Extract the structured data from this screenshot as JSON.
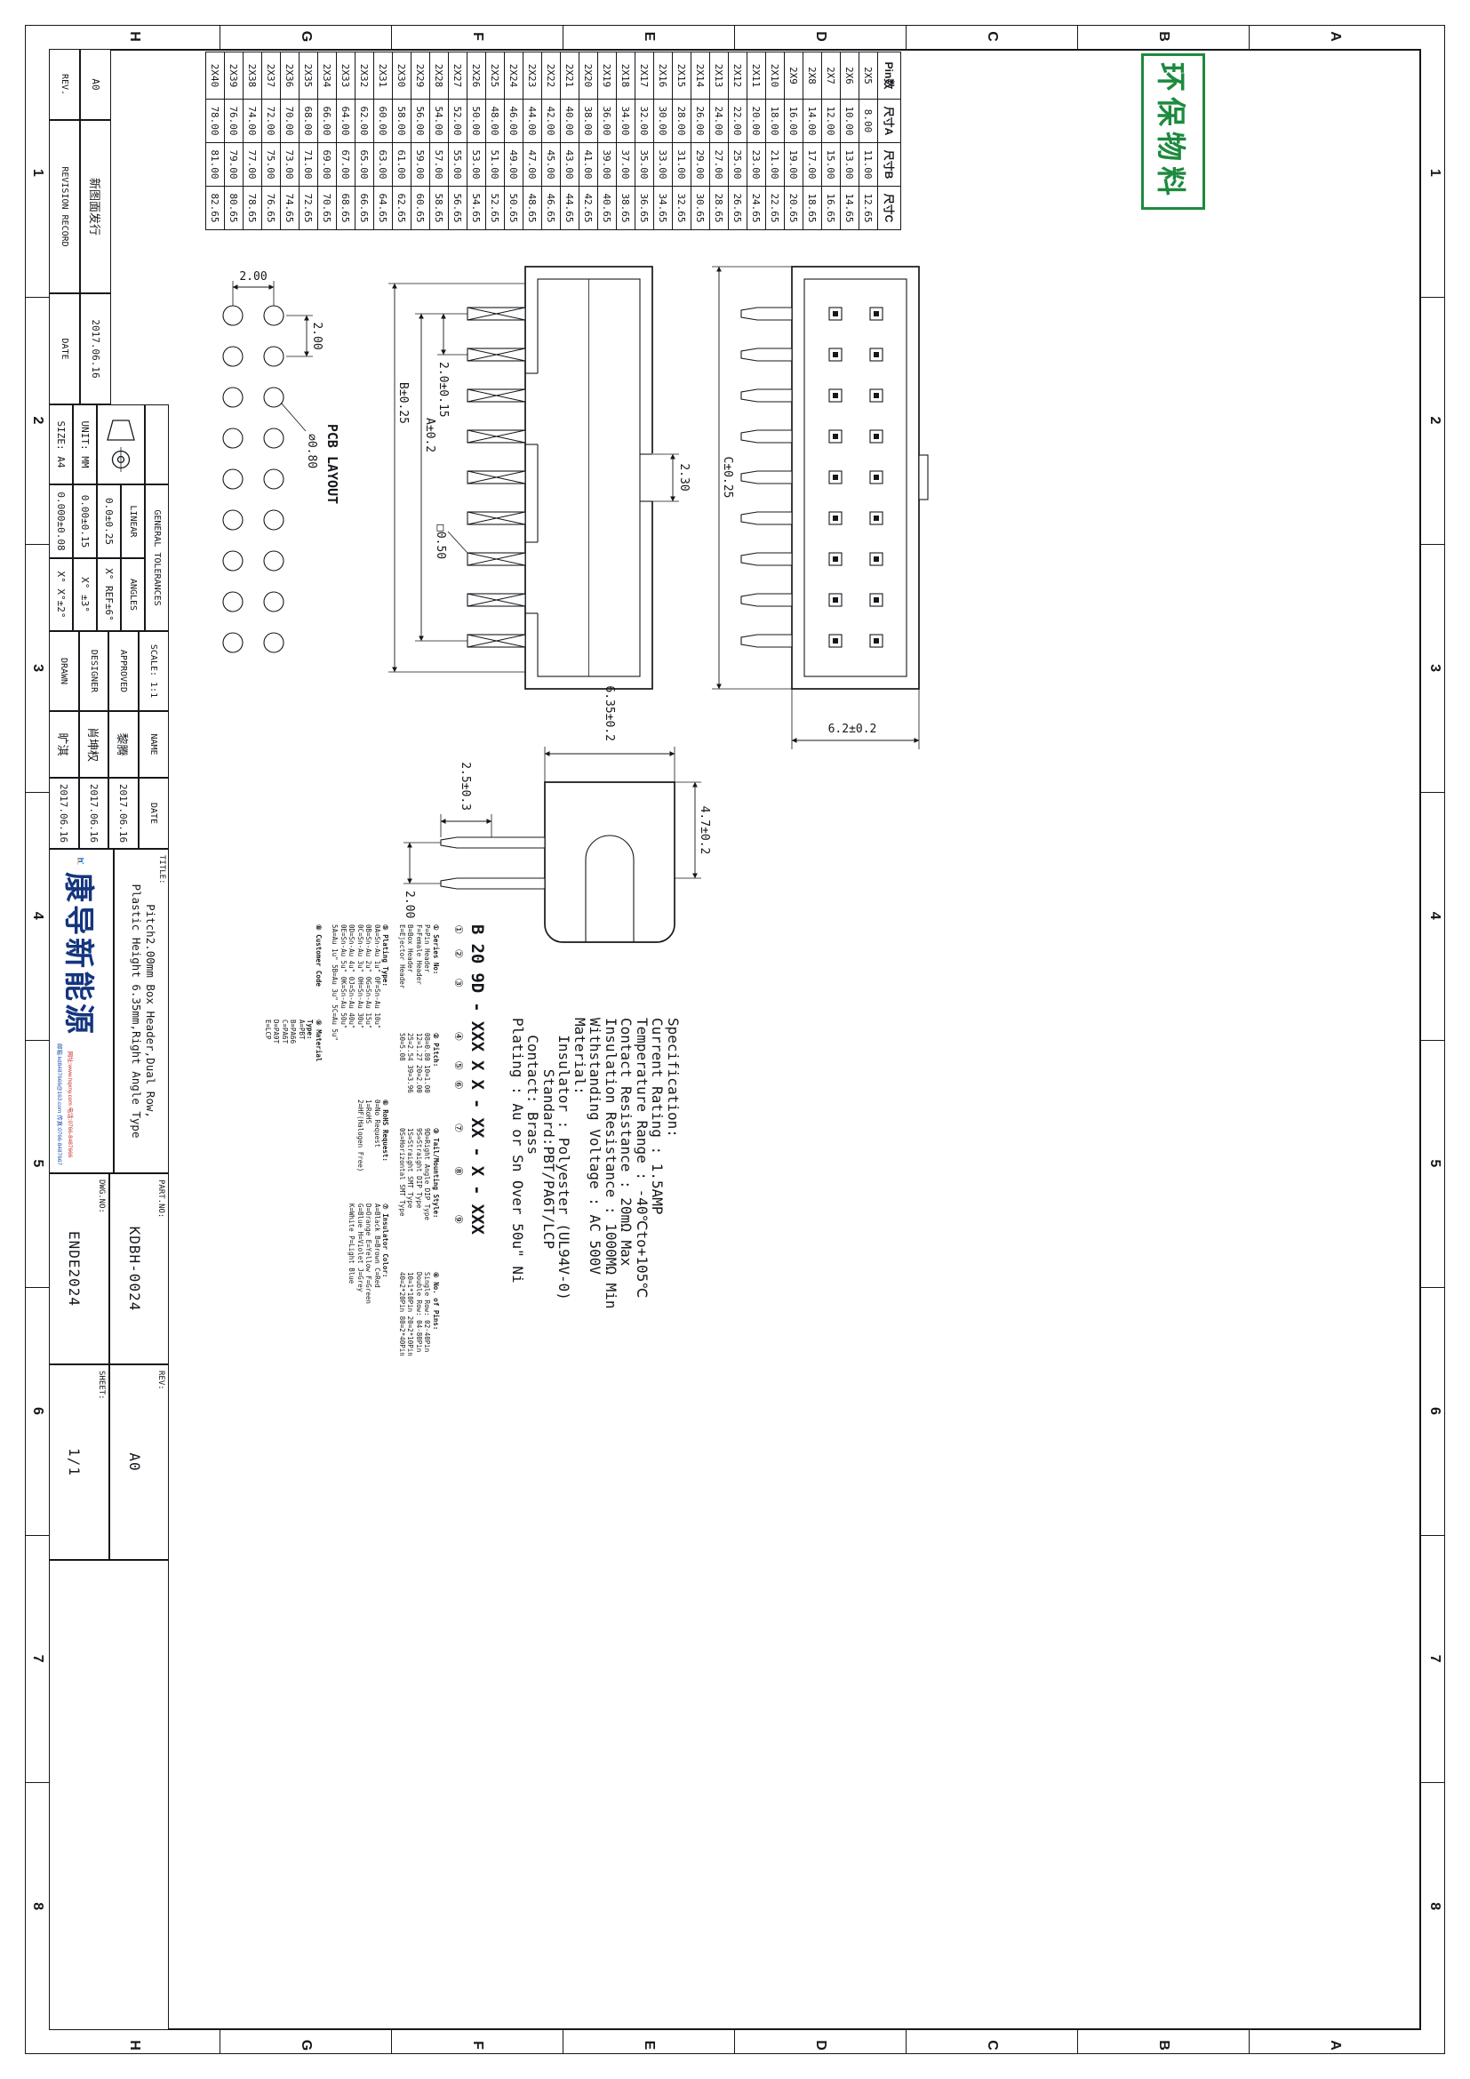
{
  "sheet": {
    "stamp": "环保物料",
    "zone_letters": [
      "A",
      "B",
      "C",
      "D",
      "E",
      "F",
      "G",
      "H"
    ],
    "zone_numbers": [
      "1",
      "2",
      "3",
      "4",
      "5",
      "6",
      "7",
      "8"
    ]
  },
  "dim_table": {
    "headers": [
      "Pin数",
      "尺寸A",
      "尺寸B",
      "尺寸C"
    ],
    "rows": [
      [
        "2X5",
        "8.00",
        "11.00",
        "12.65"
      ],
      [
        "2X6",
        "10.00",
        "13.00",
        "14.65"
      ],
      [
        "2X7",
        "12.00",
        "15.00",
        "16.65"
      ],
      [
        "2X8",
        "14.00",
        "17.00",
        "18.65"
      ],
      [
        "2X9",
        "16.00",
        "19.00",
        "20.65"
      ],
      [
        "2X10",
        "18.00",
        "21.00",
        "22.65"
      ],
      [
        "2X11",
        "20.00",
        "23.00",
        "24.65"
      ],
      [
        "2X12",
        "22.00",
        "25.00",
        "26.65"
      ],
      [
        "2X13",
        "24.00",
        "27.00",
        "28.65"
      ],
      [
        "2X14",
        "26.00",
        "29.00",
        "30.65"
      ],
      [
        "2X15",
        "28.00",
        "31.00",
        "32.65"
      ],
      [
        "2X16",
        "30.00",
        "33.00",
        "34.65"
      ],
      [
        "2X17",
        "32.00",
        "35.00",
        "36.65"
      ],
      [
        "2X18",
        "34.00",
        "37.00",
        "38.65"
      ],
      [
        "2X19",
        "36.00",
        "39.00",
        "40.65"
      ],
      [
        "2X20",
        "38.00",
        "41.00",
        "42.65"
      ],
      [
        "2X21",
        "40.00",
        "43.00",
        "44.65"
      ],
      [
        "2X22",
        "42.00",
        "45.00",
        "46.65"
      ],
      [
        "2X23",
        "44.00",
        "47.00",
        "48.65"
      ],
      [
        "2X24",
        "46.00",
        "49.00",
        "50.65"
      ],
      [
        "2X25",
        "48.00",
        "51.00",
        "52.65"
      ],
      [
        "2X26",
        "50.00",
        "53.00",
        "54.65"
      ],
      [
        "2X27",
        "52.00",
        "55.00",
        "56.65"
      ],
      [
        "2X28",
        "54.00",
        "57.00",
        "58.65"
      ],
      [
        "2X29",
        "56.00",
        "59.00",
        "60.65"
      ],
      [
        "2X30",
        "58.00",
        "61.00",
        "62.65"
      ],
      [
        "2X31",
        "60.00",
        "63.00",
        "64.65"
      ],
      [
        "2X32",
        "62.00",
        "65.00",
        "66.65"
      ],
      [
        "2X33",
        "64.00",
        "67.00",
        "68.65"
      ],
      [
        "2X34",
        "66.00",
        "69.00",
        "70.65"
      ],
      [
        "2X35",
        "68.00",
        "71.00",
        "72.65"
      ],
      [
        "2X36",
        "70.00",
        "73.00",
        "74.65"
      ],
      [
        "2X37",
        "72.00",
        "75.00",
        "76.65"
      ],
      [
        "2X38",
        "74.00",
        "77.00",
        "78.65"
      ],
      [
        "2X39",
        "76.00",
        "79.00",
        "80.65"
      ],
      [
        "2X40",
        "78.00",
        "81.00",
        "82.65"
      ]
    ]
  },
  "views": {
    "pcb_label": "PCB LAYOUT",
    "pins_per_row": 9,
    "dims": {
      "pcb_pitch_x": "2.00",
      "pcb_pitch_y": "2.00",
      "hole_dia": "∅0.80",
      "pin_pitch": "2.0±0.15",
      "pin_square": "□0.50",
      "span_a": "A±0.2",
      "span_b": "B±0.25",
      "span_c": "C±0.25",
      "key_slot": "2.30",
      "body_width": "6.2±0.2",
      "body_height": "6.35±0.2",
      "body_depth": "4.7±0.2",
      "tail_length": "2.5±0.3",
      "row_spacing": "2.00"
    }
  },
  "spec": {
    "lines": [
      "Specification:",
      "Current Rating : 1.5AMP",
      "Temperature Range : -40℃to+105℃",
      "Contact Resistance : 20mΩ Max",
      "Insulation Resistance : 1000MΩ Min",
      "Withstanding Voltage : AC 500V",
      "Material:",
      "  Insulator : Polyester (UL94V-0)",
      "      Standard:PBT/PA6T/LCP",
      "  Contact: Brass",
      "Plating : Au or Sn Over 50u\" Ni"
    ]
  },
  "ordering": {
    "parts": [
      {
        "t": "B",
        "r": "①"
      },
      {
        "t": "20",
        "r": "②"
      },
      {
        "t": "9D",
        "r": "③"
      },
      {
        "t": "-",
        "r": ""
      },
      {
        "t": "XXX",
        "r": "④"
      },
      {
        "t": "X",
        "r": "⑤"
      },
      {
        "t": "X",
        "r": "⑥"
      },
      {
        "t": "-",
        "r": ""
      },
      {
        "t": "XX",
        "r": "⑦"
      },
      {
        "t": "-",
        "r": ""
      },
      {
        "t": "X",
        "r": "⑧"
      },
      {
        "t": "-",
        "r": ""
      },
      {
        "t": "XXX",
        "r": "⑨"
      }
    ],
    "legend": [
      {
        "ref": "①",
        "title": "Series No:",
        "lines": [
          "P=Pin Header",
          "F=Female Header",
          "B=Box Header",
          "E=Ejector Header"
        ]
      },
      {
        "ref": "②",
        "title": "Pitch:",
        "lines": [
          "08=0.80  10=1.00",
          "12=1.27  20=2.00",
          "25=2.54  39=3.96",
          "50=5.08"
        ]
      },
      {
        "ref": "③",
        "title": "Tail/Mounting Style:",
        "lines": [
          "9D=Right Angle DIP Type",
          "9S=Straight DIP Type",
          "1S=Straight SMT Type",
          "0S=Horizontal SMT Type"
        ]
      },
      {
        "ref": "④",
        "title": "No. of Pins:",
        "lines": [
          "Single Row: 02-40Pin",
          "Double Row: 04-80Pin",
          "10=1*10Pin  20=2*10Pin",
          "40=2*20Pin  80=2*40Pin"
        ]
      },
      {
        "ref": "⑤",
        "title": "Plating Type:",
        "lines": [
          "0A=Sn-Au 1u\"  0F=Sn-Au 10u\"",
          "0B=Sn-Au 2u\"  0G=Sn-Au 15u\"",
          "0C=Sn-Au 3u\"  0H=Sn-Au 30u\"",
          "0D=Sn-Au 4u\"  0J=Sn-Au 40u\"",
          "0E=Sn-Au 5u\"  0K=Sn-Au 50u\"",
          "5A=Au 1u\"  5B=Au 3u\"  5C=Au 5u\""
        ]
      },
      {
        "ref": "⑥",
        "title": "RoHS Request:",
        "lines": [
          "0=No Request",
          "1=RoHS",
          "2=HF(Halogen Free)"
        ]
      },
      {
        "ref": "⑦",
        "title": "Insulator Color:",
        "lines": [
          "A=Black  B=Brown  C=Red",
          "D=Orange E=Yellow F=Green",
          "G=Blue  H=Violet  J=Grey",
          "K=White  P=Light Blue"
        ]
      },
      {
        "ref": "⑧",
        "title": "Customer Code",
        "lines": []
      },
      {
        "ref": "⑨",
        "title": "Material Type:",
        "lines": [
          "A=PBT",
          "B=PA66",
          "C=PA6T",
          "D=PA9T",
          "E=LCP"
        ]
      }
    ]
  },
  "title_block": {
    "title_label": "TITLE:",
    "title_line1": "Pitch2.00mm Box Header,Dual Row,",
    "title_line2": "Plastic Height 6.35mm,Right Angle Type",
    "part_no_label": "PART.NO:",
    "part_no": "KDBH-0024",
    "dwg_no_label": "DWG.NO:",
    "dwg_no": "ENDE2024",
    "rev_label": "REV:",
    "rev": "A0",
    "sheet_label": "SHEET:",
    "sheet": "1/1",
    "scale_label": "SCALE: 1:1",
    "name_header": "NAME",
    "date_header": "DATE",
    "approved_label": "APPROVED",
    "designer_label": "DESIGNER",
    "drawn_label": "DRAWN",
    "approved_name": "黎腾",
    "designer_name": "肖坤权",
    "drawn_name": "旷淇",
    "approved_date": "2017.06.16",
    "designer_date": "2017.06.16",
    "drawn_date": "2017.06.16",
    "unit": "UNIT: MM",
    "size": "SIZE: A4",
    "general_tol": "GENERAL TOLERANCES",
    "linear_label": "LINEAR",
    "angles_label": "ANGLES",
    "lin_tol_1": "0.0±0.25",
    "lin_tol_2": "0.00±0.15",
    "lin_tol_3": "0.000±0.08",
    "ang_tol_1": "X° REF±6°",
    "ang_tol_2": "X° ±3°",
    "ang_tol_3": "X° X°±2°"
  },
  "revision": {
    "rev_header": "REV.",
    "record_header": "REVISION RECORD",
    "date_header": "DATE",
    "entry_rev": "A0",
    "entry_record": "新图面发行",
    "entry_date": "2017.06.16"
  },
  "logo": {
    "company": "康导新能源",
    "contact_line1": "网址:www.hqxny.com  电话:0766-8487666",
    "contact_line2": "邮箱:kd8487666@163.com  传真:0766-8487667"
  }
}
